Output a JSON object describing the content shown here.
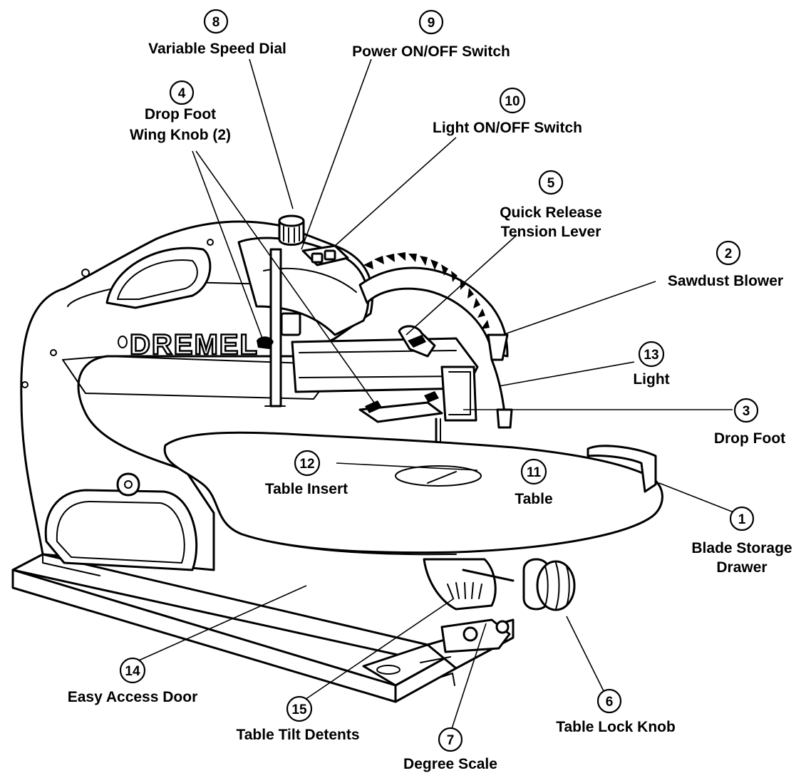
{
  "brand": "DREMEL",
  "callouts": [
    {
      "num": "1",
      "lines": [
        "Blade Storage",
        "Drawer"
      ]
    },
    {
      "num": "2",
      "lines": [
        "Sawdust Blower"
      ]
    },
    {
      "num": "3",
      "lines": [
        "Drop Foot"
      ]
    },
    {
      "num": "4",
      "lines": [
        "Drop Foot",
        "Wing Knob (2)"
      ]
    },
    {
      "num": "5",
      "lines": [
        "Quick Release",
        "Tension Lever"
      ]
    },
    {
      "num": "6",
      "lines": [
        "Table Lock Knob"
      ]
    },
    {
      "num": "7",
      "lines": [
        "Degree Scale"
      ]
    },
    {
      "num": "8",
      "lines": [
        "Variable Speed Dial"
      ]
    },
    {
      "num": "9",
      "lines": [
        "Power ON/OFF Switch"
      ]
    },
    {
      "num": "10",
      "lines": [
        "Light ON/OFF Switch"
      ]
    },
    {
      "num": "11",
      "lines": [
        "Table"
      ]
    },
    {
      "num": "12",
      "lines": [
        "Table Insert"
      ]
    },
    {
      "num": "13",
      "lines": [
        "Light"
      ]
    },
    {
      "num": "14",
      "lines": [
        "Easy Access Door"
      ]
    },
    {
      "num": "15",
      "lines": [
        "Table Tilt Detents"
      ]
    }
  ]
}
